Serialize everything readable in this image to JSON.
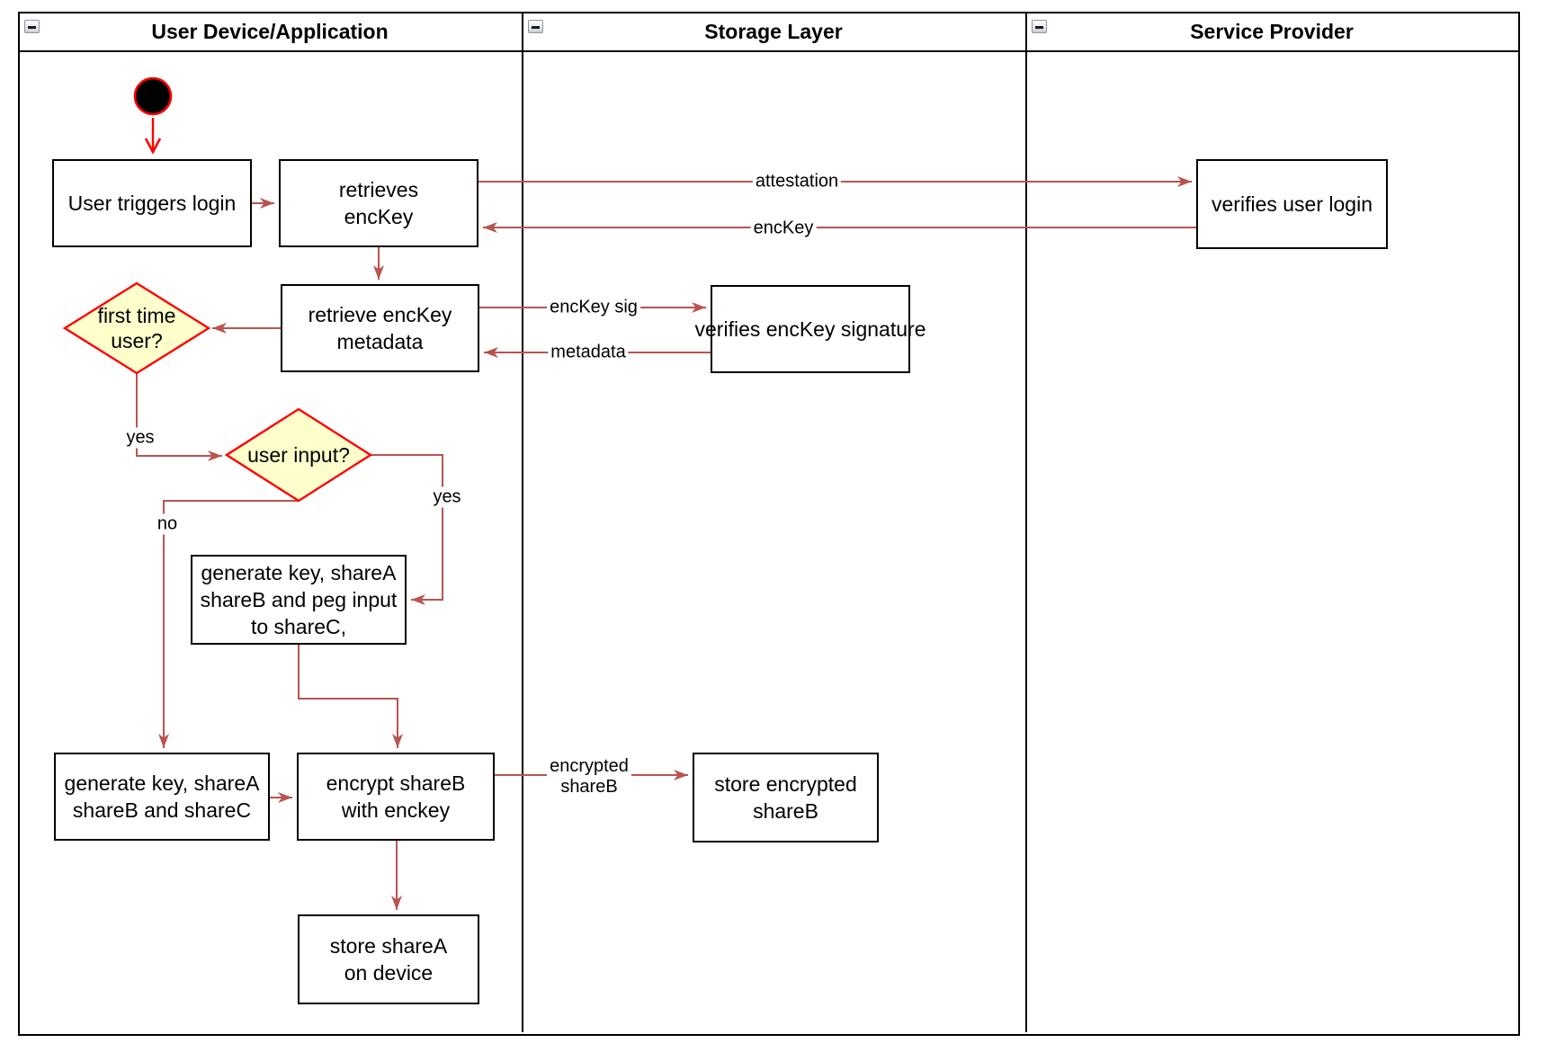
{
  "colors": {
    "edge_arrow": "#B85450",
    "highlight_red": "#FF0000",
    "decision_fill": "#FFFFCC",
    "node_border": "#000000",
    "node_fill": "#FFFFFF"
  },
  "lanes": [
    {
      "title": "User Device/Application"
    },
    {
      "title": "Storage Layer"
    },
    {
      "title": "Service Provider"
    }
  ],
  "nodes": {
    "user_triggers_login": "User triggers login",
    "retrieves_enckey": "retrieves\nencKey",
    "retrieve_enckey_metadata": "retrieve encKey\nmetadata",
    "generate_key_peg_input": "generate key, shareA\nshareB and peg input\nto shareC,",
    "generate_key_sharec": "generate key, shareA\nshareB and shareC",
    "encrypt_shareb": "encrypt shareB\nwith enckey",
    "store_sharea": "store shareA\non device",
    "verifies_enckey_signature": "verifies encKey signature",
    "store_encrypted_shareb": "store encrypted\nshareB",
    "verifies_user_login": "verifies user login"
  },
  "decisions": {
    "first_time_user": "first time\nuser?",
    "user_input": "user input?"
  },
  "edge_labels": {
    "attestation": "attestation",
    "enckey": "encKey",
    "enckey_sig": "encKey sig",
    "metadata": "metadata",
    "encrypted_shareb": "encrypted\nshareB",
    "yes_first_time": "yes",
    "yes_user_input": "yes",
    "no_user_input": "no"
  }
}
